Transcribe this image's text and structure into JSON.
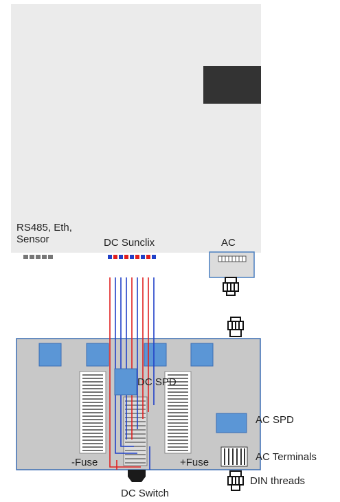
{
  "labels": {
    "rs485_line1": "RS485, Eth,",
    "rs485_line2": "Sensor",
    "dc_sunclix": "DC Sunclix",
    "ac": "AC",
    "dc_spd": "DC SPD",
    "ac_spd": "AC SPD",
    "minus_fuse": "-Fuse",
    "plus_fuse": "+Fuse",
    "ac_terminals": "AC Terminals",
    "din_threads": "DIN threads",
    "dc_switch": "DC Switch"
  },
  "colors": {
    "inverter_body": "#ebebeb",
    "display": "#333333",
    "combiner_box": "#c8c8c8",
    "combiner_border": "#3b6db3",
    "component_blue": "#5b96d6",
    "wire_red": "#e02020",
    "wire_blue": "#2040c8",
    "ac_box": "#dcdcdc",
    "ac_border": "#4a7fc0"
  },
  "icons": {
    "gland": "cable-gland-icon",
    "fuse_holder": "fuse-holder-icon",
    "dc_switch": "dc-switch-icon"
  }
}
